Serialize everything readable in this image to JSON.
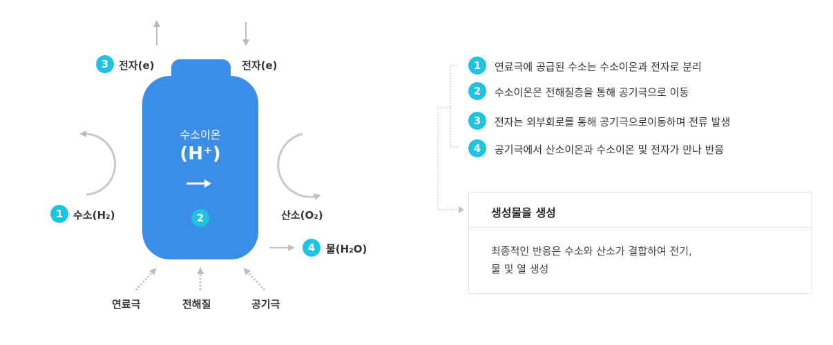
{
  "diagram": {
    "cell_title": "수소이온",
    "cell_formula": "(H⁺)",
    "cell_badge": "2",
    "hydrogen": {
      "badge": "1",
      "label": "수소(H₂)"
    },
    "electron_out": {
      "badge": "3",
      "label": "전자(e)"
    },
    "electron_in": {
      "label": "전자(e)"
    },
    "oxygen": {
      "label": "산소(O₂)"
    },
    "water": {
      "badge": "4",
      "label": "물(H₂O)"
    },
    "anode": "연료극",
    "electrolyte": "전해질",
    "cathode": "공기극"
  },
  "steps": [
    {
      "num": "1",
      "text": "연료극에 공급된 수소는 수소이온과 전자로 분리"
    },
    {
      "num": "2",
      "text": "수소이온은 전해질층을 통해 공기극으로 이동"
    },
    {
      "num": "3",
      "text": "전자는 외부회로를 통해 공기극으로이동하며 전류 발생"
    },
    {
      "num": "4",
      "text": "공기극에서 산소이온과 수소이온 및 전자가 만나 반응"
    }
  ],
  "result": {
    "title": "생성물을 생성",
    "body_line1": "최종적인 반응은 수소와 산소가 결합하여 전기,",
    "body_line2": "물 및 열 생성"
  },
  "colors": {
    "cell": "#3b8ee8",
    "badge": "#1fc3e0",
    "arrow": "#bdbdbd"
  }
}
